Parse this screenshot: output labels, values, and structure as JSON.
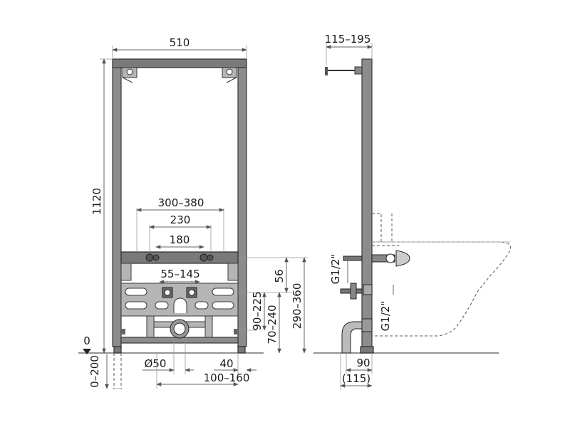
{
  "front_view": {
    "width_label": "510",
    "height_label": "1120",
    "span_outer_label": "300–380",
    "span_mid_label": "230",
    "span_inner_label": "180",
    "pipe_span_label": "55–145",
    "dim_90_225_label": "90–225",
    "dim_56_label": "56",
    "dim_70_240_label": "70–240",
    "dim_290_360_label": "290–360",
    "diameter_label": "Ø50",
    "dim_40_label": "40",
    "dim_100_160_label": "100–160",
    "floor_zero_label": "0",
    "floor_range_label": "0–200"
  },
  "side_view": {
    "depth_label": "115–195",
    "thread_top_label": "G1/2\"",
    "thread_bottom_label": "G1/2\"",
    "dim_90_label": "90",
    "dim_115_label": "(115)"
  },
  "colors": {
    "frame": "#8c8c8c",
    "plate": "#b5b5b5",
    "line": "#666666"
  }
}
